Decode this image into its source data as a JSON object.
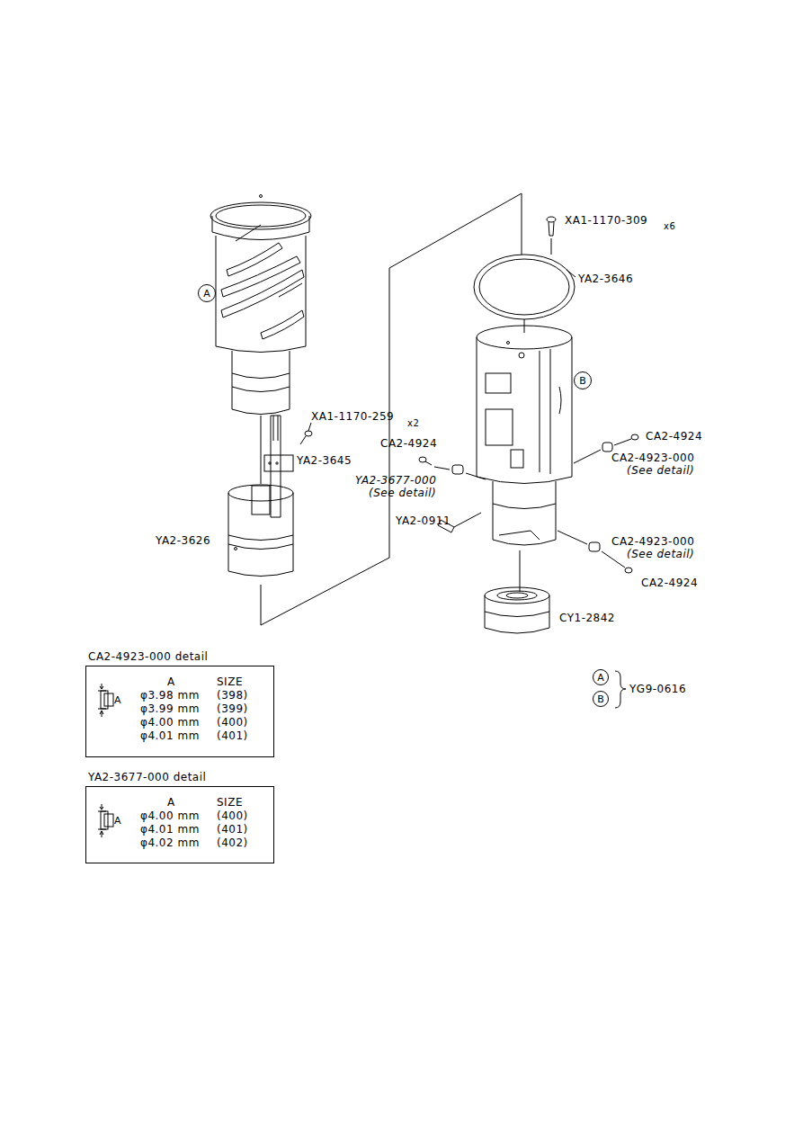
{
  "diagram": {
    "nodes": [
      {
        "text": [
          "A"
        ]
      },
      {
        "text": [
          "B"
        ]
      },
      {
        "text": [
          "CA2-4923-000  detail",
          "A",
          "A",
          "SIZE",
          "φ3.98 mm",
          "(398)",
          "φ3.99 mm",
          "(399)",
          "φ4.00 mm",
          "(400)",
          "φ4.01 mm",
          "(401)"
        ]
      },
      {
        "text": [
          "YA2-3677-000  detail",
          "A",
          "A",
          "SIZE",
          "φ4.00 mm",
          "(400)",
          "φ4.01 mm",
          "(401)",
          "φ4.02 mm",
          "(402)"
        ]
      },
      {
        "text": [
          "A"
        ]
      },
      {
        "text": [
          "B"
        ]
      }
    ],
    "labels": [
      "XA1-1170-309",
      "x6",
      "YA2-3646",
      "XA1-1170-259",
      "x2",
      "YA2-3645",
      "CA2-4924",
      "CA2-4924",
      "CA2-4923-000",
      "(See detail)",
      "YA2-3677-000",
      "(See detail)",
      "YA2-0911",
      "YA2-3626",
      "CA2-4923-000",
      "(See detail)",
      "CA2-4924",
      "CY1-2842",
      "YG9-0616"
    ]
  }
}
